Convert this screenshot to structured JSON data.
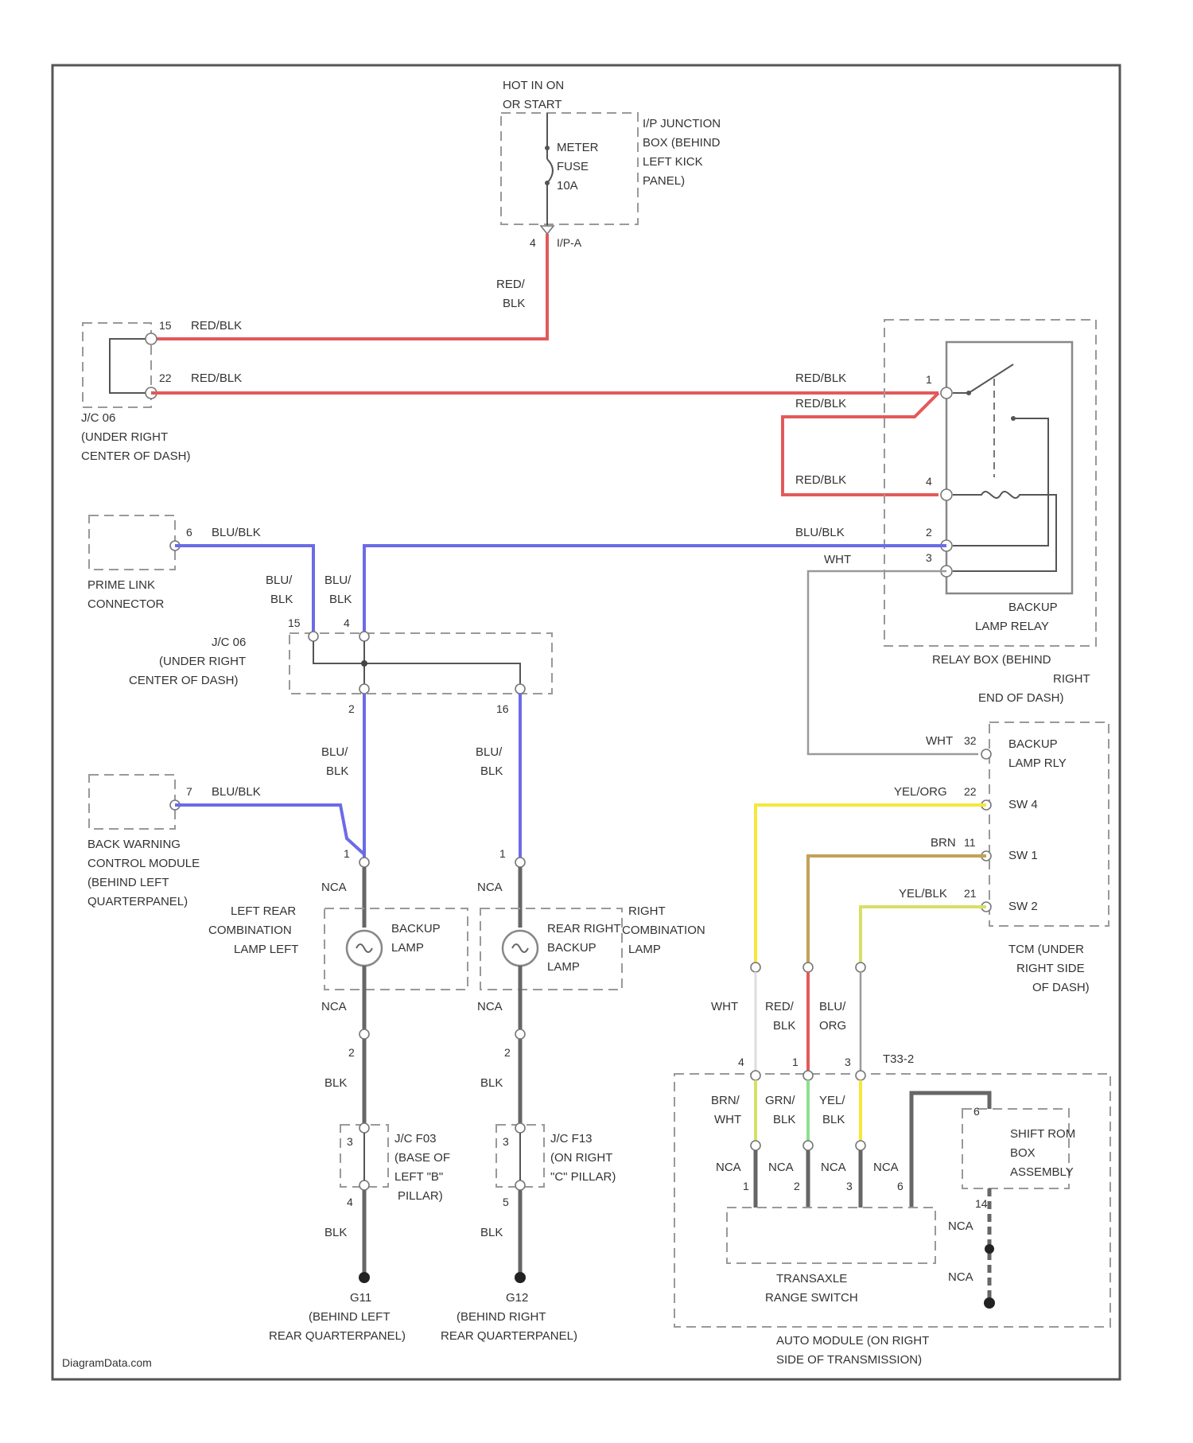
{
  "fuse": {
    "hot_line1": "HOT IN ON",
    "hot_line2": "OR START",
    "name1": "METER",
    "name2": "FUSE",
    "name3": "10A",
    "box1": "I/P JUNCTION",
    "box2": "BOX (BEHIND",
    "box3": "LEFT KICK",
    "box4": "PANEL)",
    "pin": "4",
    "conn": "I/P-A"
  },
  "jc_top": {
    "pin_a": "15",
    "pin_b": "22",
    "line1": "J/C 06",
    "line2": "(UNDER RIGHT",
    "line3": "CENTER OF DASH)"
  },
  "jc_mid": {
    "pin_in1": "15",
    "pin_in2": "4",
    "pin_out1": "2",
    "pin_out2": "16",
    "line1": "J/C 06",
    "line2": "(UNDER RIGHT",
    "line3": "CENTER OF DASH)"
  },
  "relay": {
    "pin1": "1",
    "pin4": "4",
    "pin2": "2",
    "pin3": "3",
    "name1": "BACKUP",
    "name2": "LAMP RELAY",
    "box1": "RELAY BOX (BEHIND",
    "box2": "RIGHT",
    "box3": "END OF DASH)"
  },
  "wires": {
    "redblk_vert1": "RED/",
    "redblk_vert2": "BLK",
    "redblk": "RED/BLK",
    "blublk": "BLU/BLK",
    "blu": "BLU/",
    "blk": "BLK",
    "wht": "WHT",
    "nca": "NCA",
    "yelorg": "YEL/ORG",
    "brn": "BRN",
    "yelblk": "YEL/BLK",
    "red": "RED/",
    "blu2": "BLU/",
    "org": "ORG",
    "brn2": "BRN/",
    "grn2": "GRN/",
    "yel2": "YEL/"
  },
  "prime_link": {
    "pin": "6",
    "line1": "PRIME LINK",
    "line2": "CONNECTOR"
  },
  "back_warning": {
    "pin": "7",
    "line1": "BACK WARNING",
    "line2": "CONTROL MODULE",
    "line3": "(BEHIND LEFT",
    "line4": "QUARTERPANEL)"
  },
  "left_lamp": {
    "pin_top": "1",
    "pin_bot": "2",
    "outer1": "LEFT REAR",
    "outer2": "COMBINATION",
    "outer3": "LAMP LEFT",
    "inner1": "BACKUP",
    "inner2": "LAMP"
  },
  "right_lamp": {
    "pin_top": "1",
    "pin_bot": "2",
    "inner1": "REAR RIGHT",
    "inner2": "BACKUP",
    "inner3": "LAMP",
    "outer1": "RIGHT",
    "outer2": "COMBINATION",
    "outer3": "LAMP"
  },
  "jc_f03": {
    "pin_top": "3",
    "pin_bot": "4",
    "line1": "J/C F03",
    "line2": "(BASE OF",
    "line3": "LEFT \"B\"",
    "line4": "PILLAR)"
  },
  "jc_f13": {
    "pin_top": "3",
    "pin_bot": "5",
    "line1": "J/C F13",
    "line2": "(ON RIGHT",
    "line3": "\"C\" PILLAR)"
  },
  "ground_left": {
    "id": "G11",
    "line1": "(BEHIND LEFT",
    "line2": "REAR QUARTERPANEL)"
  },
  "ground_right": {
    "id": "G12",
    "line1": "(BEHIND RIGHT",
    "line2": "REAR QUARTERPANEL)"
  },
  "tcm": {
    "pin_a": "32",
    "pin_b": "22",
    "pin_c": "11",
    "pin_d": "21",
    "name1": "BACKUP",
    "name2": "LAMP RLY",
    "sw4": "SW 4",
    "sw1": "SW 1",
    "sw2": "SW 2",
    "line1": "TCM (UNDER",
    "line2": "RIGHT SIDE",
    "line3": "OF DASH)"
  },
  "trans": {
    "conn": "T33-2",
    "p4": "4",
    "p1": "1",
    "p3": "3",
    "r1": "1",
    "r2": "2",
    "r3": "3",
    "r6": "6",
    "shift_pin_top": "6",
    "shift_pin_bot": "14",
    "shift1": "SHIFT ROM",
    "shift2": "BOX",
    "shift3": "ASSEMBLY",
    "range1": "TRANSAXLE",
    "range2": "RANGE SWITCH",
    "box1": "AUTO MODULE (ON RIGHT",
    "box2": "SIDE OF TRANSMISSION)"
  },
  "watermark": "DiagramData.com"
}
